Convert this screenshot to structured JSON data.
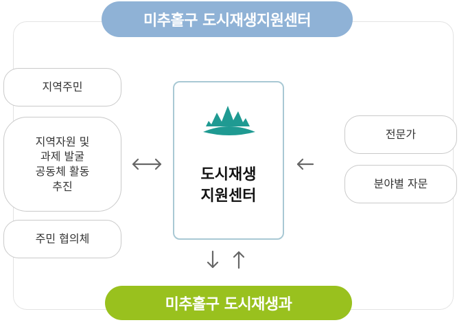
{
  "top_banner": {
    "label": "미추홀구 도시재생지원센터",
    "color": "#8fb2d6"
  },
  "bottom_banner": {
    "label": "미추홀구 도시재생과",
    "color": "#99c11e"
  },
  "center": {
    "line1": "도시재생",
    "line2": "지원센터",
    "border_color": "#a8c8d4",
    "logo_icon": "mountain-logo-icon",
    "logo_color": "#1f9a92"
  },
  "left_items": {
    "item1": "지역주민",
    "item2": {
      "line1": "지역자원 및",
      "line2": "과제 발굴",
      "line3": "공동체 활동",
      "line4": "추진"
    },
    "item3": "주민 협의체"
  },
  "right_items": {
    "item1": "전문가",
    "item2": "분야별 자문"
  },
  "arrows": {
    "left_to_center": "double-horizontal-arrow-icon",
    "right_to_center": "left-arrow-icon",
    "center_to_bottom": "down-arrow-icon",
    "bottom_to_center": "up-arrow-icon",
    "color": "#666666"
  }
}
